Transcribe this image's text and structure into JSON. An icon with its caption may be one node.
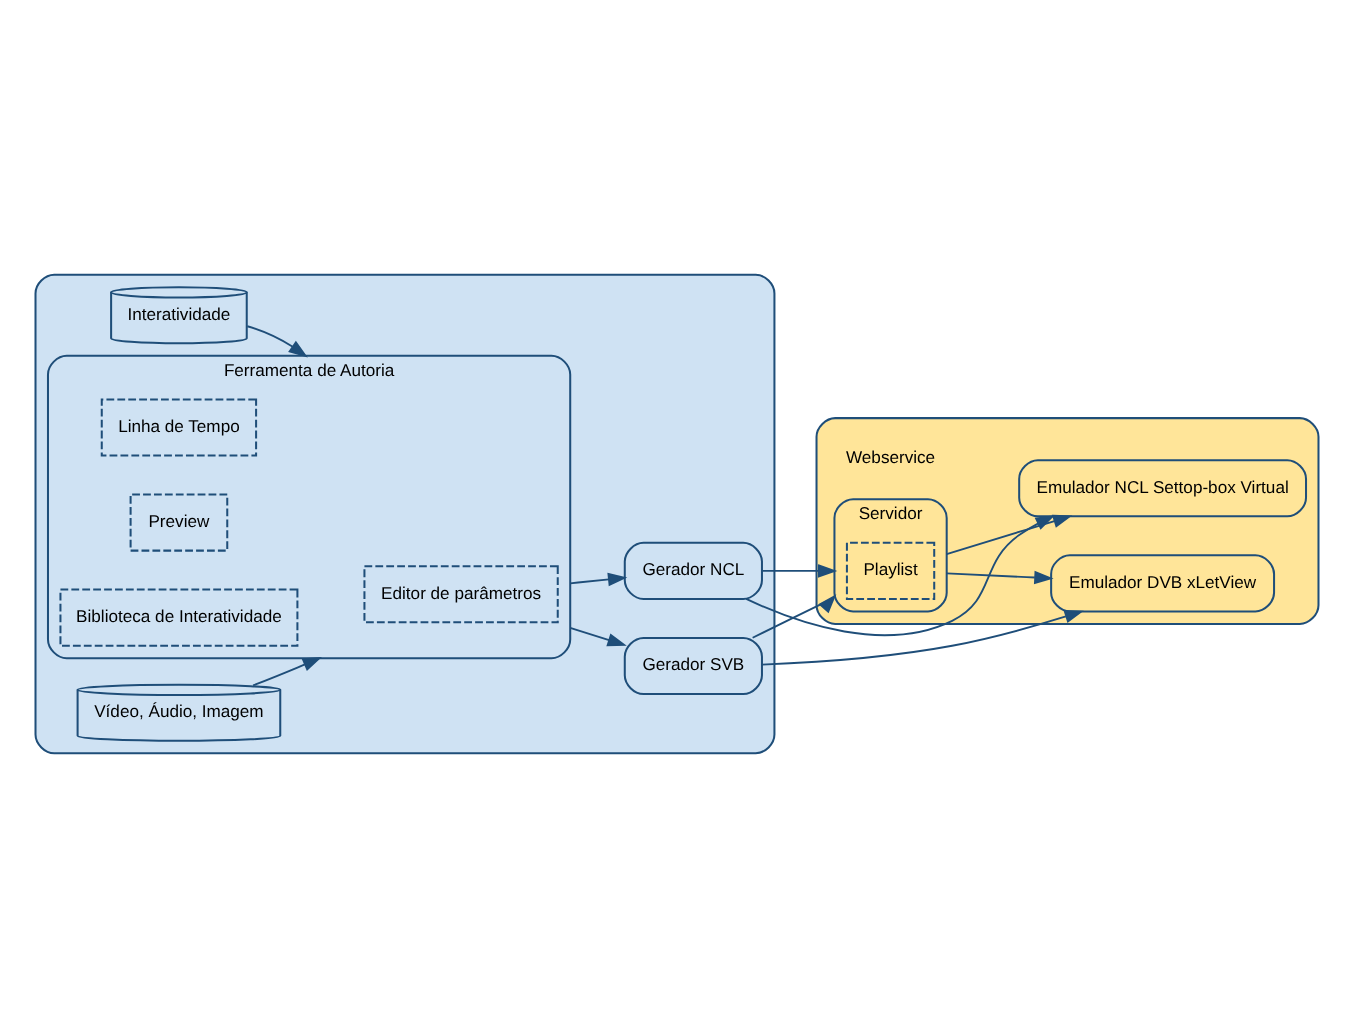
{
  "diagram": {
    "nodes": [
      {
        "text": [],
        "shape": "box"
      },
      {
        "text": [
          "Interatividade"
        ],
        "in": 0
      },
      {
        "text": [
          "Ferramenta de Autoria"
        ],
        "in": 0
      },
      {
        "text": [
          "Editor de parâmetros"
        ],
        "in": 2
      },
      {
        "text": [
          "Linha de Tempo"
        ],
        "in": 2
      },
      {
        "text": [
          "Preview"
        ],
        "in": 2
      },
      {
        "text": [
          "Biblioteca de Interatividade"
        ],
        "in": 2
      },
      {
        "text": [
          "Vídeo, Áudio, Imagem"
        ],
        "in": 0
      },
      {
        "text": [
          "Gerador NCL"
        ],
        "in": 0
      },
      {
        "text": [
          "Gerador SVB"
        ],
        "in": 0
      },
      {
        "text": [],
        "shape": "box"
      },
      {
        "text": [
          "Emulador NCL Settop-box Virtual"
        ],
        "in": 10
      },
      {
        "text": [
          "Servidor"
        ],
        "in": 10
      },
      {
        "text": [
          "Playlist"
        ],
        "in": 12
      },
      {
        "text": [
          "Emulador DVB xLetView"
        ],
        "in": 10
      }
    ],
    "edges": [
      {
        "from": 1,
        "to": 2,
        "arrow": "to"
      },
      {
        "from": 7,
        "to": 2,
        "arrow": "to"
      },
      {
        "from": 2,
        "to": 8,
        "arrow": "to"
      },
      {
        "from": 2,
        "to": 9,
        "arrow": "to"
      },
      {
        "from": 8,
        "to": 11,
        "arrow": "to"
      },
      {
        "from": 8,
        "to": 12,
        "arrow": "to"
      },
      {
        "from": 9,
        "to": 12,
        "arrow": "to"
      },
      {
        "from": 9,
        "to": 14,
        "arrow": "to"
      },
      {
        "from": 12,
        "to": 11,
        "arrow": "to"
      },
      {
        "from": 12,
        "to": 14,
        "arrow": "to"
      }
    ],
    "labels": [
      "Webservice"
    ]
  }
}
